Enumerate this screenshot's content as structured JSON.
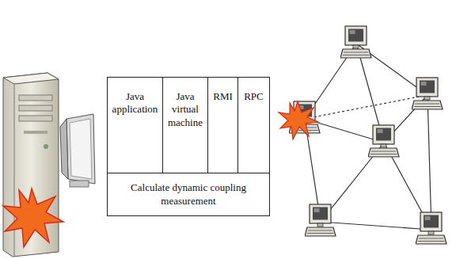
{
  "diagram": {
    "nodes": [
      {
        "text": [
          "Java application"
        ]
      },
      {
        "text": [
          "Java virtual machine"
        ]
      },
      {
        "text": [
          "RMI"
        ]
      },
      {
        "text": [
          "RPC"
        ]
      },
      {
        "text": [
          "Calculate dynamic coupling measurement"
        ]
      }
    ]
  }
}
